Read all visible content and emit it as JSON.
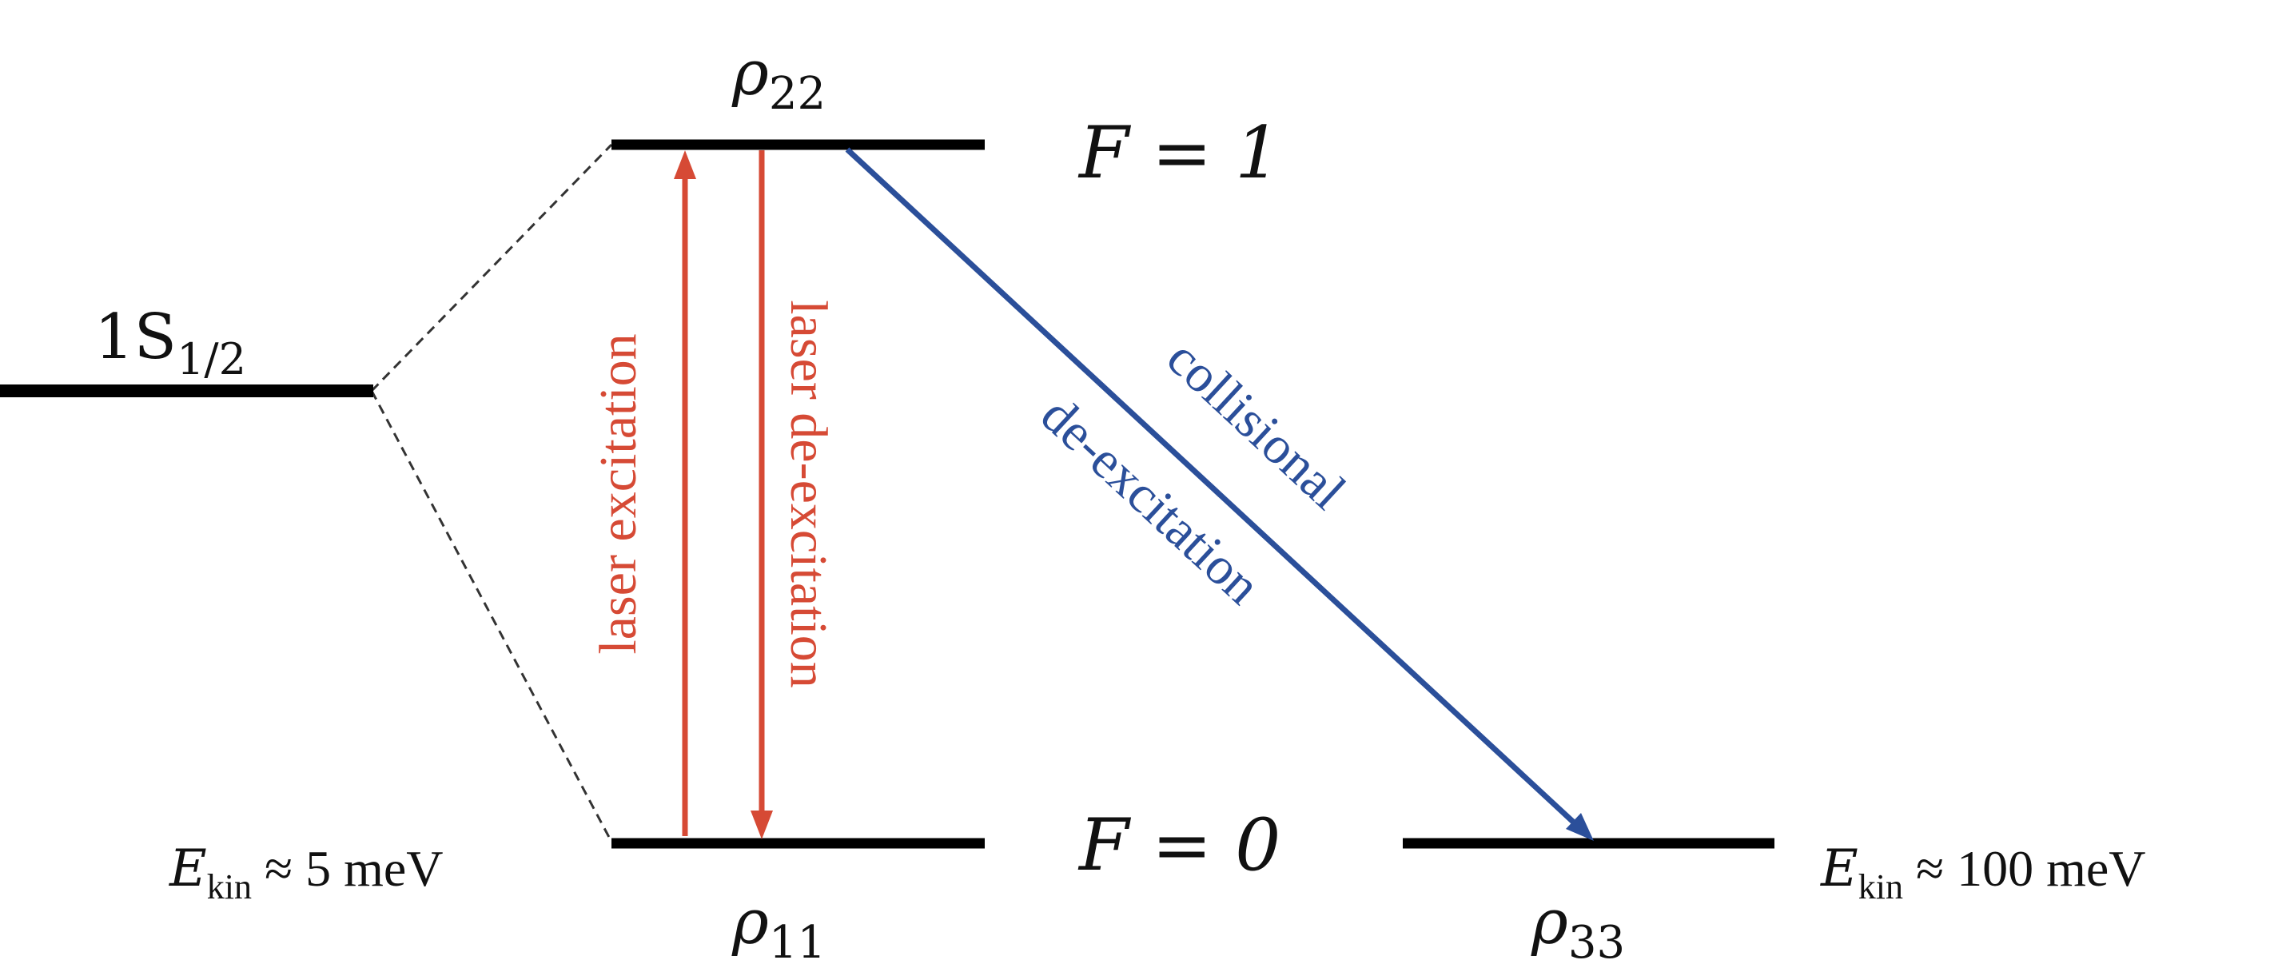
{
  "colors": {
    "level": "#000000",
    "laser": "#d64a35",
    "collision": "#2b4f9a",
    "dashed": "#333333"
  },
  "labels": {
    "ground_state_main": "1S",
    "ground_state_sub": "1/2",
    "rho22_main": "ρ",
    "rho22_sub": "22",
    "rho11_main": "ρ",
    "rho11_sub": "11",
    "rho33_main": "ρ",
    "rho33_sub": "33",
    "f1": "F = 1",
    "f0": "F = 0",
    "ekin_left_main": "E",
    "ekin_left_sub": "kin",
    "ekin_left_value": " ≈ 5 meV",
    "ekin_right_main": "E",
    "ekin_right_sub": "kin",
    "ekin_right_value": " ≈ 100 meV"
  },
  "transitions": {
    "laser_excitation": "laser excitation",
    "laser_deexcitation": "laser de-excitation",
    "collisional_line1": "collisional",
    "collisional_line2": "de-excitation"
  }
}
